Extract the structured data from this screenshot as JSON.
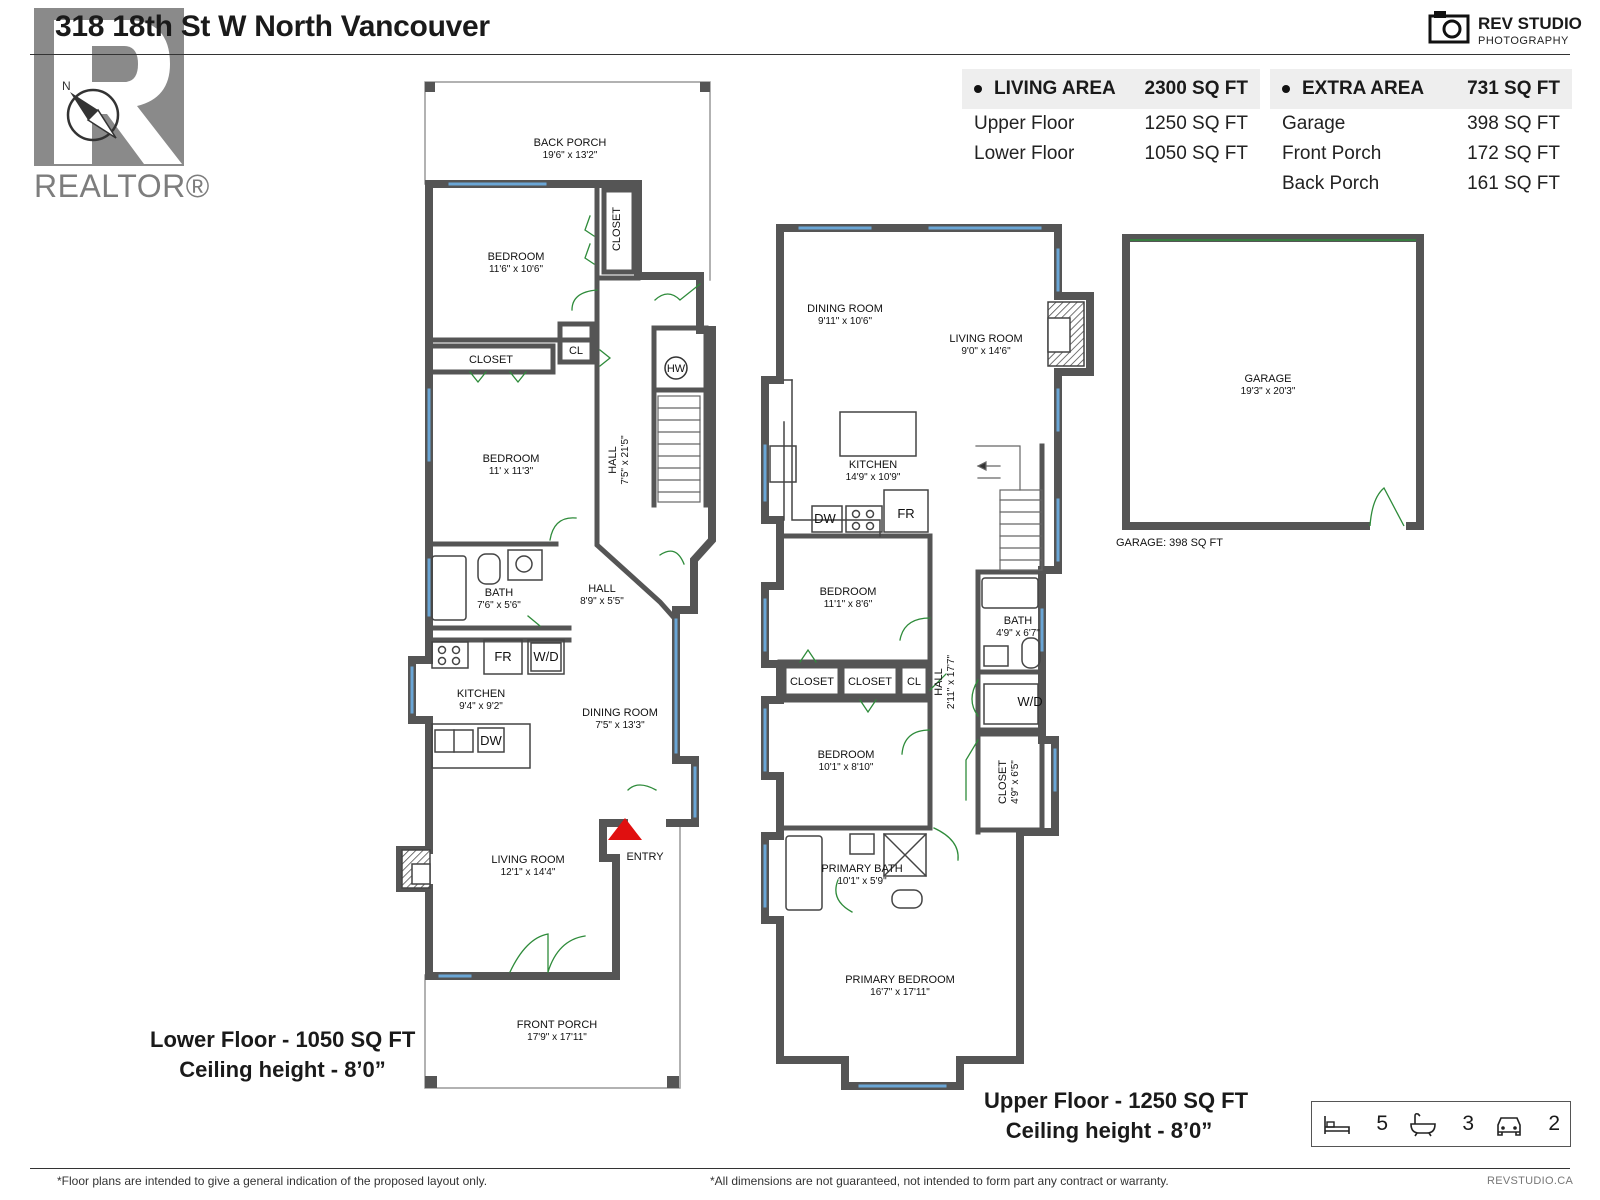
{
  "header": {
    "title": "318 18th St W North Vancouver",
    "brand_name": "REV STUDIO",
    "brand_sub": "PHOTOGRAPHY"
  },
  "watermark": {
    "word": "REALTOR®"
  },
  "living_area": {
    "label": "LIVING AREA",
    "total": "2300 SQ FT",
    "rows": [
      {
        "name": "Upper Floor",
        "value": "1250 SQ FT"
      },
      {
        "name": "Lower Floor",
        "value": "1050 SQ FT"
      }
    ]
  },
  "extra_area": {
    "label": "EXTRA AREA",
    "total": "731 SQ FT",
    "rows": [
      {
        "name": "Garage",
        "value": "398 SQ FT"
      },
      {
        "name": "Front Porch",
        "value": "172 SQ FT"
      },
      {
        "name": "Back Porch",
        "value": "161 SQ FT"
      }
    ]
  },
  "lower_floor": {
    "caption_line1": "Lower Floor - 1050 SQ FT",
    "caption_line2": "Ceiling height - 8’0”",
    "rooms": {
      "back_porch": {
        "name": "BACK PORCH",
        "dim": "19'6\" x 13'2\""
      },
      "bedroom_1": {
        "name": "BEDROOM",
        "dim": "11'6\" x 10'6\""
      },
      "closet_v": {
        "name": "CLOSET"
      },
      "closet_h": {
        "name": "CLOSET"
      },
      "cl": {
        "name": "CL"
      },
      "hw": {
        "name": "HW"
      },
      "bedroom_2": {
        "name": "BEDROOM",
        "dim": "11' x 11'3\""
      },
      "hall_v": {
        "name": "HALL",
        "dim": "7'5\" x 21'5\""
      },
      "bath": {
        "name": "BATH",
        "dim": "7'6\" x 5'6\""
      },
      "hall_h": {
        "name": "HALL",
        "dim": "8'9\" x 5'5\""
      },
      "fr": {
        "name": "FR"
      },
      "wd": {
        "name": "W/D"
      },
      "kitchen": {
        "name": "KITCHEN",
        "dim": "9'4\" x 9'2\""
      },
      "dw": {
        "name": "DW"
      },
      "dining": {
        "name": "DINING ROOM",
        "dim": "7'5\" x 13'3\""
      },
      "entry": {
        "name": "ENTRY"
      },
      "living": {
        "name": "LIVING ROOM",
        "dim": "12'1\" x 14'4\""
      },
      "front_porch": {
        "name": "FRONT PORCH",
        "dim": "17'9\" x 17'11\""
      }
    }
  },
  "upper_floor": {
    "caption_line1": "Upper Floor - 1250 SQ FT",
    "caption_line2": "Ceiling height - 8’0”",
    "rooms": {
      "dining": {
        "name": "DINING ROOM",
        "dim": "9'11\" x 10'6\""
      },
      "living": {
        "name": "LIVING ROOM",
        "dim": "9'0\" x 14'6\""
      },
      "kitchen": {
        "name": "KITCHEN",
        "dim": "14'9\" x 10'9\""
      },
      "dw": {
        "name": "DW"
      },
      "fr": {
        "name": "FR"
      },
      "bedroom_1": {
        "name": "BEDROOM",
        "dim": "11'1\" x 8'6\""
      },
      "bath": {
        "name": "BATH",
        "dim": "4'9\" x 6'7\""
      },
      "closet_1": {
        "name": "CLOSET"
      },
      "closet_2": {
        "name": "CLOSET"
      },
      "cl": {
        "name": "CL"
      },
      "hall": {
        "name": "HALL",
        "dim": "2'11\" x 17'7\""
      },
      "wd": {
        "name": "W/D"
      },
      "bedroom_2": {
        "name": "BEDROOM",
        "dim": "10'1\" x 8'10\""
      },
      "closet_v": {
        "name": "CLOSET",
        "dim": "4'9\" x 6'5\""
      },
      "primary_bath": {
        "name": "PRIMARY BATH",
        "dim": "10'1\" x 5'9\""
      },
      "primary_bedroom": {
        "name": "PRIMARY BEDROOM",
        "dim": "16'7\" x 17'11\""
      }
    }
  },
  "garage": {
    "name": "GARAGE",
    "dim": "19'3\" x 20'3\"",
    "caption": "GARAGE: 398 SQ FT"
  },
  "summary": {
    "beds": "5",
    "baths": "3",
    "parking": "2"
  },
  "footer": {
    "left": "*Floor plans are intended to give a general indication of the proposed layout only.",
    "right": "*All dimensions are not guaranteed, not intended to form part any contract or warranty.",
    "url": "REVSTUDIO.CA"
  },
  "colors": {
    "wall": "#555555",
    "window": "#6aa6d6",
    "door": "#2e8b3a",
    "entry_marker": "#e01010"
  }
}
